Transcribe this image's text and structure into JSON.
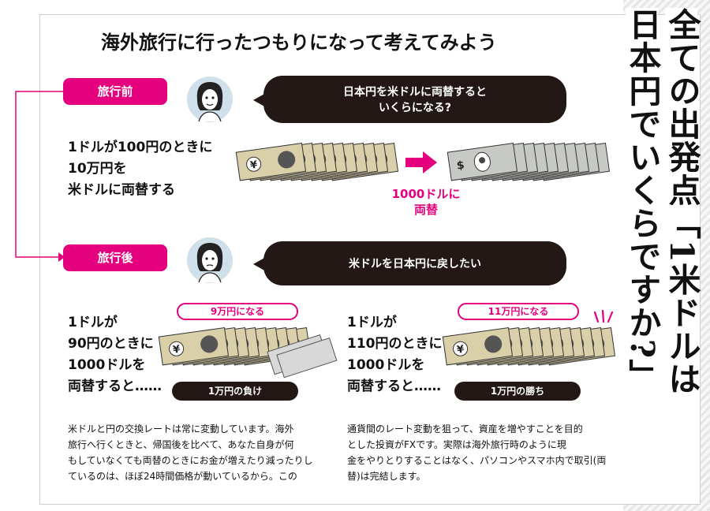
{
  "title_vertical": {
    "line1": "全ての出発点「1米ドルは",
    "line2": "日本円でいくらですか?」"
  },
  "headline": "海外旅行に行ったつもりになって考えてみよう",
  "before": {
    "tag": "旅行前",
    "bubble_line1": "日本円を米ドルに両替すると",
    "bubble_line2": "いくらになる?",
    "text_line1": "1ドルが100円のときに",
    "text_line2": "10万円を",
    "text_line3": "米ドルに両替する",
    "exchange_line1": "1000ドルに",
    "exchange_line2": "両替"
  },
  "after": {
    "tag": "旅行後",
    "bubble": "米ドルを日本円に戻したい"
  },
  "case_left": {
    "text_line1": "1ドルが",
    "text_line2": "90円のときに",
    "text_line3": "1000ドルを",
    "text_line4": "両替すると……",
    "result_pill": "9万円になる",
    "outcome_pill": "1万円の負け"
  },
  "case_right": {
    "text_line1": "1ドルが",
    "text_line2": "110円のときに",
    "text_line3": "1000ドルを",
    "text_line4": "両替すると……",
    "result_pill": "11万円になる",
    "outcome_pill": "1万円の勝ち"
  },
  "para_left": {
    "l1": "米ドルと円の交換レートは常に変動しています。海外",
    "l2": "旅行へ行くときと、帰国後を比べて、あなた自身が何",
    "l3": "もしていなくても両替のときにお金が増えたり減ったりし",
    "l4": "ているのは、ほぼ24時間価格が動いているから。この"
  },
  "para_right": {
    "l1": "通貨間のレート変動を狙って、資産を増やすことを目的",
    "l2": "とした投資がFXです。実際は海外旅行時のように現",
    "l3": "金をやりとりすることはなく、パソコンやスマホ内で取引(両",
    "l4": "替)は完結します。"
  },
  "symbols": {
    "yen": "¥",
    "dollar": "$"
  },
  "colors": {
    "accent": "#e5007e",
    "dark": "#231815",
    "yen_note": "#d9cfa8",
    "dollar_note": "#c7c9c4"
  }
}
